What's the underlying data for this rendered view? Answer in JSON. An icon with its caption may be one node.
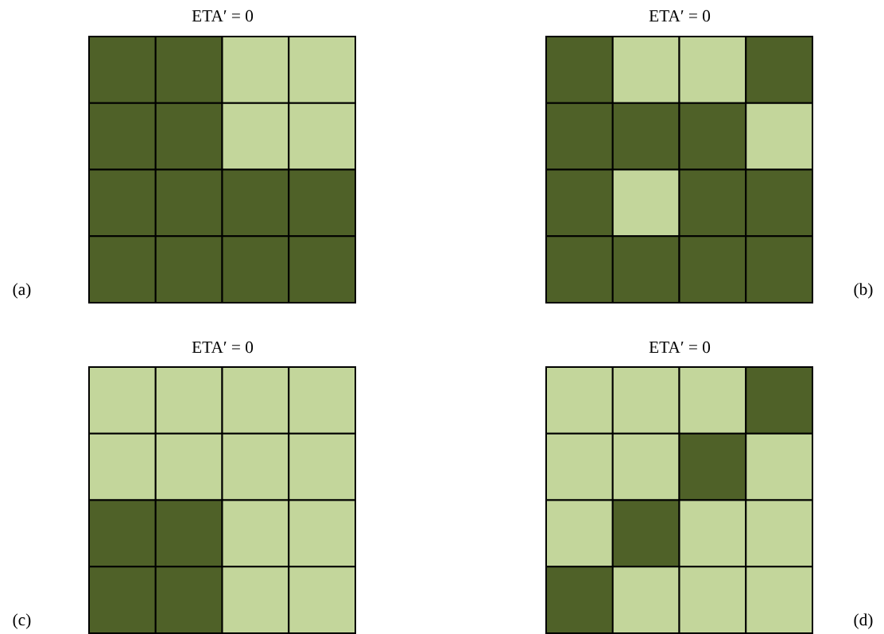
{
  "diagram": {
    "labels": [
      "ETA′ = 0",
      "ETA′ = 0",
      "(a)",
      "(b)",
      "ETA′ = 0",
      "ETA′ = 0",
      "(c)",
      "(d)"
    ]
  }
}
